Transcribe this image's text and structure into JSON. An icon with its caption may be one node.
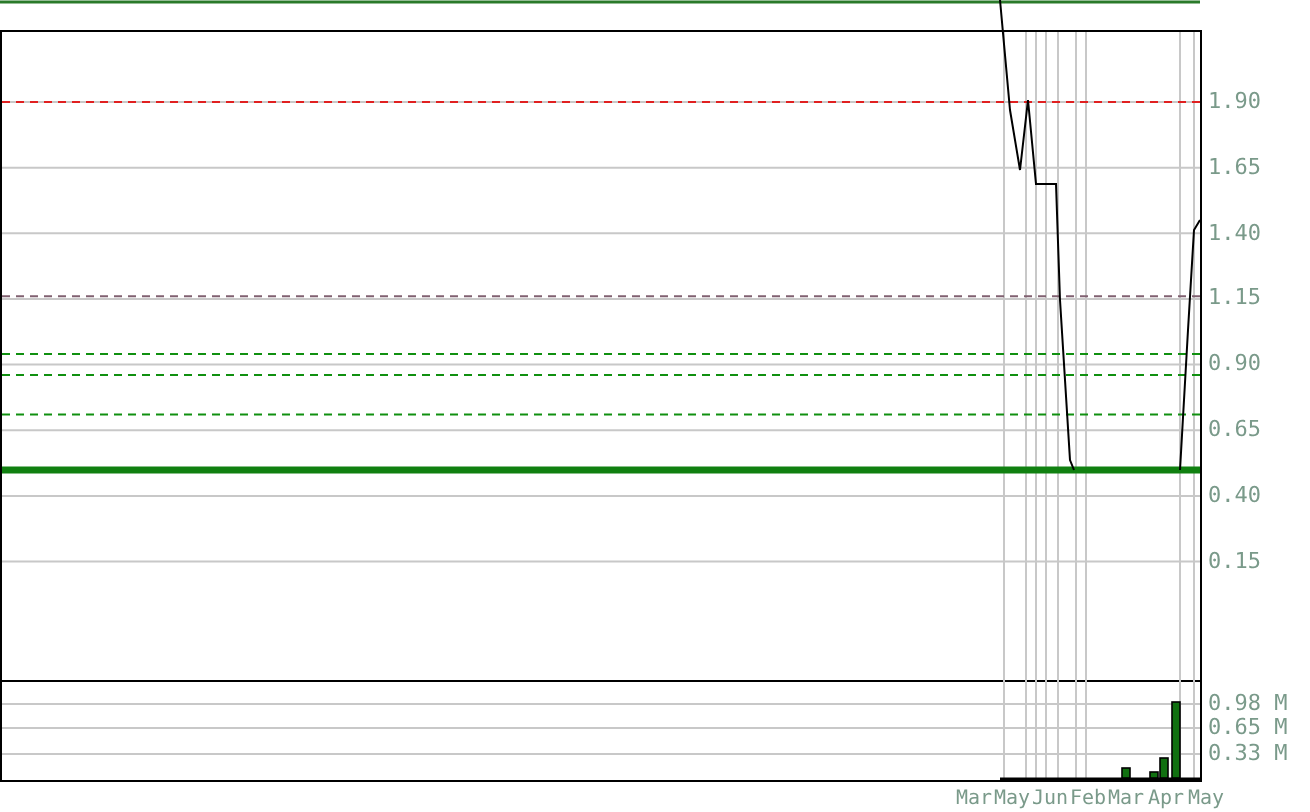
{
  "diagram": {
    "labels": [
      "1.90",
      "1.65",
      "1.40",
      "1.15",
      "0.90",
      "0.65",
      "0.40",
      "0.15",
      "0.98 M",
      "0.65 M",
      "0.33 M",
      "Mar",
      "May",
      "Jun",
      "Feb",
      "Mar",
      "Apr",
      "May"
    ]
  }
}
